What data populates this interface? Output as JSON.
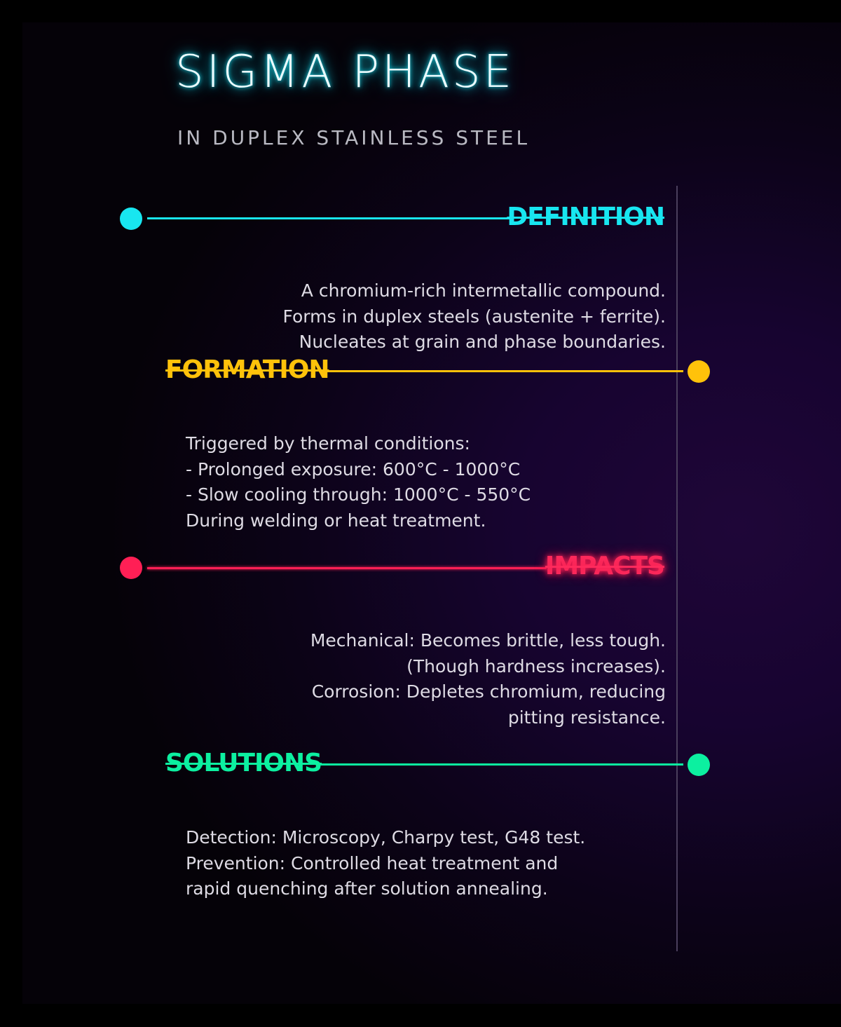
{
  "header": {
    "title": "SIGMA PHASE",
    "subtitle": "IN DUPLEX STAINLESS STEEL"
  },
  "colors": {
    "definition": "#18e6f0",
    "formation": "#ffc20a",
    "impacts": "#ff1f55",
    "solutions": "#0cf0a0",
    "body_text": "#dedbe4",
    "divider": "#4a3f5c",
    "background_glow": "#1f0638"
  },
  "sections": [
    {
      "id": "definition",
      "heading": "DEFINITION",
      "icon": "circle-dot-icon",
      "body": "A chromium-rich intermetallic compound.\nForms in duplex steels (austenite + ferrite).\nNucleates at grain and phase boundaries."
    },
    {
      "id": "formation",
      "heading": "FORMATION",
      "icon": "circle-dot-icon",
      "body": "Triggered by thermal conditions:\n- Prolonged exposure: 600°C - 1000°C\n- Slow cooling through: 1000°C - 550°C\nDuring welding or heat treatment."
    },
    {
      "id": "impacts",
      "heading": "IMPACTS",
      "icon": "circle-dot-icon",
      "body": "Mechanical: Becomes brittle, less tough.\n(Though hardness increases).\nCorrosion: Depletes chromium, reducing\npitting resistance."
    },
    {
      "id": "solutions",
      "heading": "SOLUTIONS",
      "icon": "circle-dot-icon",
      "body": "Detection: Microscopy, Charpy test, G48 test.\nPrevention: Controlled heat treatment and\nrapid quenching after solution annealing."
    }
  ]
}
